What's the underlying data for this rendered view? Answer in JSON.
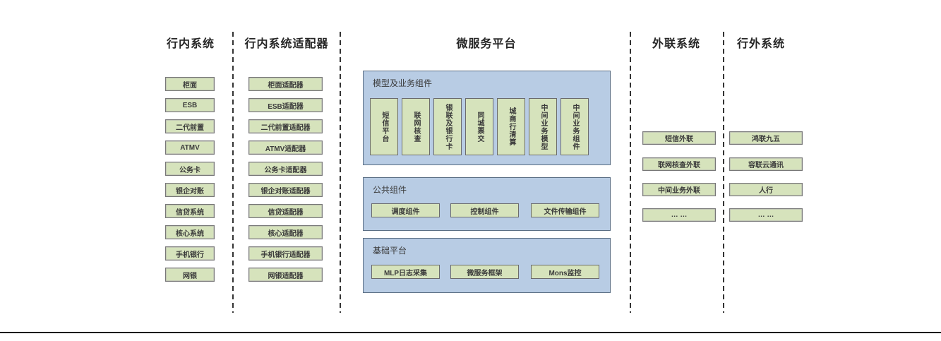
{
  "diagram": {
    "columns": [
      {
        "title": "行内系统",
        "items": [
          "柜面",
          "ESB",
          "二代前置",
          "ATMV",
          "公务卡",
          "银企对账",
          "信贷系统",
          "核心系统",
          "手机银行",
          "网银"
        ]
      },
      {
        "title": "行内系统适配器",
        "items": [
          "柜面适配器",
          "ESB适配器",
          "二代前置适配器",
          "ATMV适配器",
          "公务卡适配器",
          "银企对账适配器",
          "信贷适配器",
          "核心适配器",
          "手机银行适配器",
          "网银适配器"
        ]
      },
      {
        "title": "微服务平台",
        "panels": [
          {
            "title": "模型及业务组件",
            "items": [
              "短信平台",
              "联网核查",
              "银联及银行卡",
              "同城票交",
              "城商行清算",
              "中间业务模型",
              "中间业务组件"
            ]
          },
          {
            "title": "公共组件",
            "items": [
              "调度组件",
              "控制组件",
              "文件传输组件"
            ]
          },
          {
            "title": "基础平台",
            "items": [
              "MLP日志采集",
              "微服务框架",
              "Mons监控"
            ]
          }
        ]
      },
      {
        "title": "外联系统",
        "items": [
          "短信外联",
          "联网核查外联",
          "中间业务外联",
          "… …"
        ]
      },
      {
        "title": "行外系统",
        "items": [
          "鸿联九五",
          "容联云通讯",
          "人行",
          "… …"
        ]
      }
    ],
    "colors": {
      "box_fill": "#d6e3bc",
      "box_border": "#777777",
      "panel_fill": "#b8cce4",
      "panel_border": "#5a6e84",
      "divider": "#333333",
      "text": "#3b3b3b"
    }
  }
}
